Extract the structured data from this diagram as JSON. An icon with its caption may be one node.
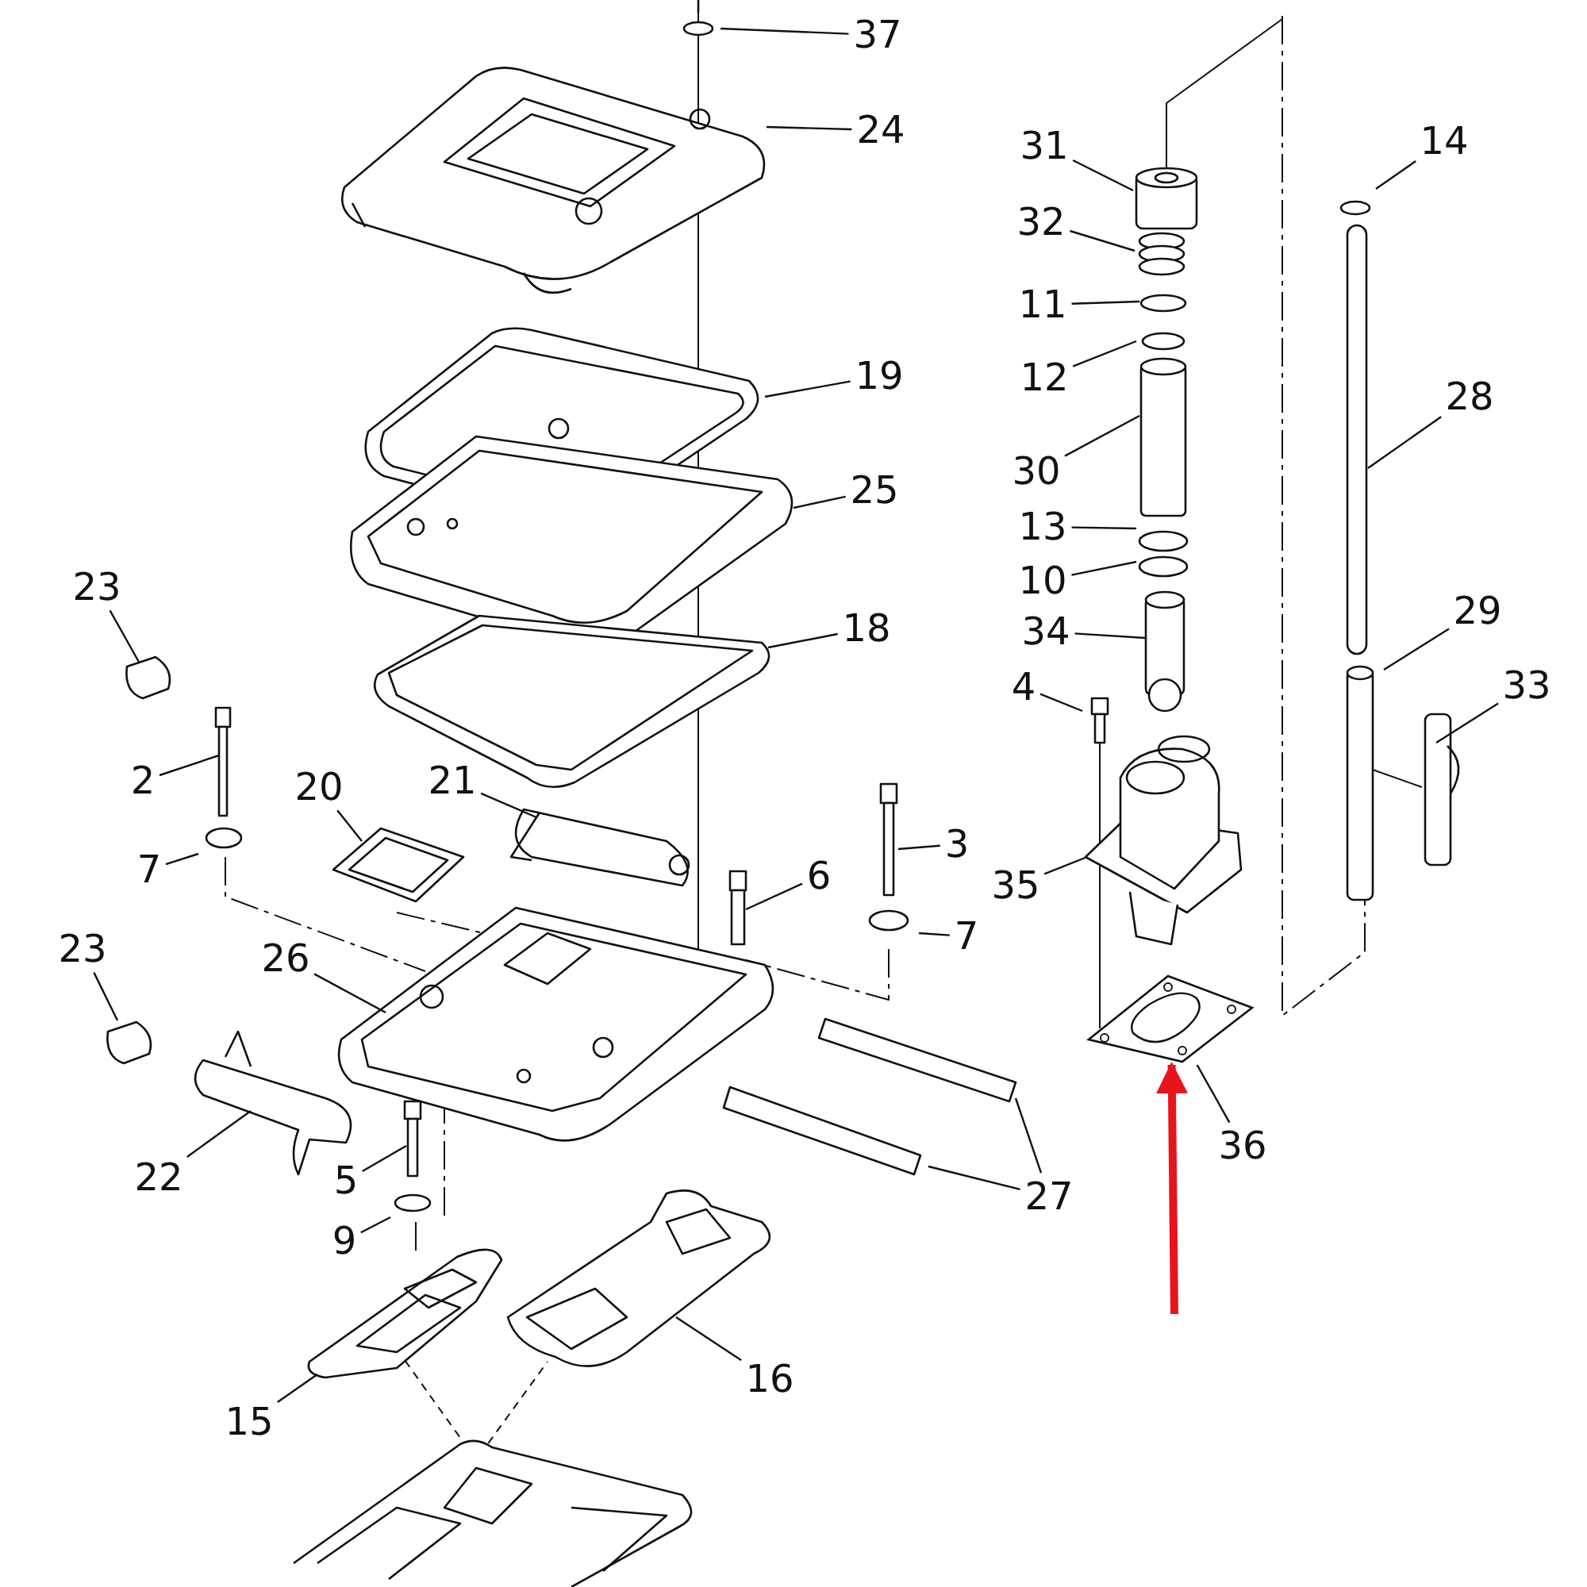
{
  "diagram": {
    "nodes": [
      {
        "text": [
          "37"
        ]
      },
      {
        "text": [
          "24"
        ]
      },
      {
        "text": [
          "31"
        ]
      },
      {
        "text": [
          "14"
        ]
      },
      {
        "text": [
          "32"
        ]
      },
      {
        "text": [
          "11"
        ]
      },
      {
        "text": [
          "19"
        ]
      },
      {
        "text": [
          "12"
        ]
      },
      {
        "text": [
          "28"
        ]
      },
      {
        "text": [
          "30"
        ]
      },
      {
        "text": [
          "25"
        ]
      },
      {
        "text": [
          "13"
        ]
      },
      {
        "text": [
          "10"
        ]
      },
      {
        "text": [
          "23"
        ]
      },
      {
        "text": [
          "29"
        ]
      },
      {
        "text": [
          "18"
        ]
      },
      {
        "text": [
          "34"
        ]
      },
      {
        "text": [
          "4"
        ]
      },
      {
        "text": [
          "33"
        ]
      },
      {
        "text": [
          "2"
        ]
      },
      {
        "text": [
          "20"
        ]
      },
      {
        "text": [
          "21"
        ]
      },
      {
        "text": [
          "3"
        ]
      },
      {
        "text": [
          "7"
        ]
      },
      {
        "text": [
          "6"
        ]
      },
      {
        "text": [
          "35"
        ]
      },
      {
        "text": [
          "7"
        ]
      },
      {
        "text": [
          "23"
        ]
      },
      {
        "text": [
          "26"
        ]
      },
      {
        "text": [
          "36"
        ]
      },
      {
        "text": [
          "22"
        ]
      },
      {
        "text": [
          "5"
        ]
      },
      {
        "text": [
          "27"
        ]
      },
      {
        "text": [
          "9"
        ]
      },
      {
        "text": [
          "16"
        ]
      },
      {
        "text": [
          "15"
        ]
      },
      {
        "text": [],
        "shape": "picture"
      }
    ],
    "edges": [
      {
        "from": 0,
        "to": null,
        "arrow": "none"
      },
      {
        "from": 1,
        "to": null,
        "arrow": "none"
      },
      {
        "from": 2,
        "to": null,
        "arrow": "none"
      },
      {
        "from": 3,
        "to": null,
        "arrow": "none"
      },
      {
        "from": 4,
        "to": null,
        "arrow": "none"
      },
      {
        "from": 5,
        "to": null,
        "arrow": "none"
      },
      {
        "from": 6,
        "to": null,
        "arrow": "none"
      },
      {
        "from": 7,
        "to": null,
        "arrow": "none"
      },
      {
        "from": 8,
        "to": null,
        "arrow": "none"
      },
      {
        "from": 9,
        "to": null,
        "arrow": "none"
      },
      {
        "from": 10,
        "to": null,
        "arrow": "none"
      },
      {
        "from": 11,
        "to": null,
        "arrow": "none"
      },
      {
        "from": 12,
        "to": null,
        "arrow": "none"
      },
      {
        "from": 13,
        "to": null,
        "arrow": "none"
      },
      {
        "from": 14,
        "to": null,
        "arrow": "none"
      },
      {
        "from": 15,
        "to": null,
        "arrow": "none"
      },
      {
        "from": 16,
        "to": null,
        "arrow": "none"
      },
      {
        "from": 17,
        "to": null,
        "arrow": "none"
      },
      {
        "from": 18,
        "to": null,
        "arrow": "none"
      },
      {
        "from": 19,
        "to": null,
        "arrow": "none"
      },
      {
        "from": 20,
        "to": null,
        "arrow": "none"
      },
      {
        "from": 21,
        "to": null,
        "arrow": "none"
      },
      {
        "from": 22,
        "to": null,
        "arrow": "none"
      },
      {
        "from": 23,
        "to": null,
        "arrow": "none"
      },
      {
        "from": 24,
        "to": null,
        "arrow": "none"
      },
      {
        "from": 25,
        "to": null,
        "arrow": "none"
      },
      {
        "from": 26,
        "to": null,
        "arrow": "none"
      },
      {
        "from": 27,
        "to": null,
        "arrow": "none"
      },
      {
        "from": 28,
        "to": null,
        "arrow": "none"
      },
      {
        "from": 29,
        "to": 36,
        "arrow": "none"
      },
      {
        "from": 30,
        "to": null,
        "arrow": "none"
      },
      {
        "from": 31,
        "to": null,
        "arrow": "none"
      },
      {
        "from": 32,
        "to": null,
        "arrow": "none"
      },
      {
        "from": 32,
        "to": null,
        "arrow": "none"
      },
      {
        "from": 33,
        "to": null,
        "arrow": "none"
      },
      {
        "from": 34,
        "to": null,
        "arrow": "none"
      },
      {
        "from": 35,
        "to": null,
        "arrow": "none"
      },
      {
        "from": null,
        "to": 36,
        "arrow": "to",
        "style": "thick",
        "color": "#e8141c"
      }
    ]
  }
}
